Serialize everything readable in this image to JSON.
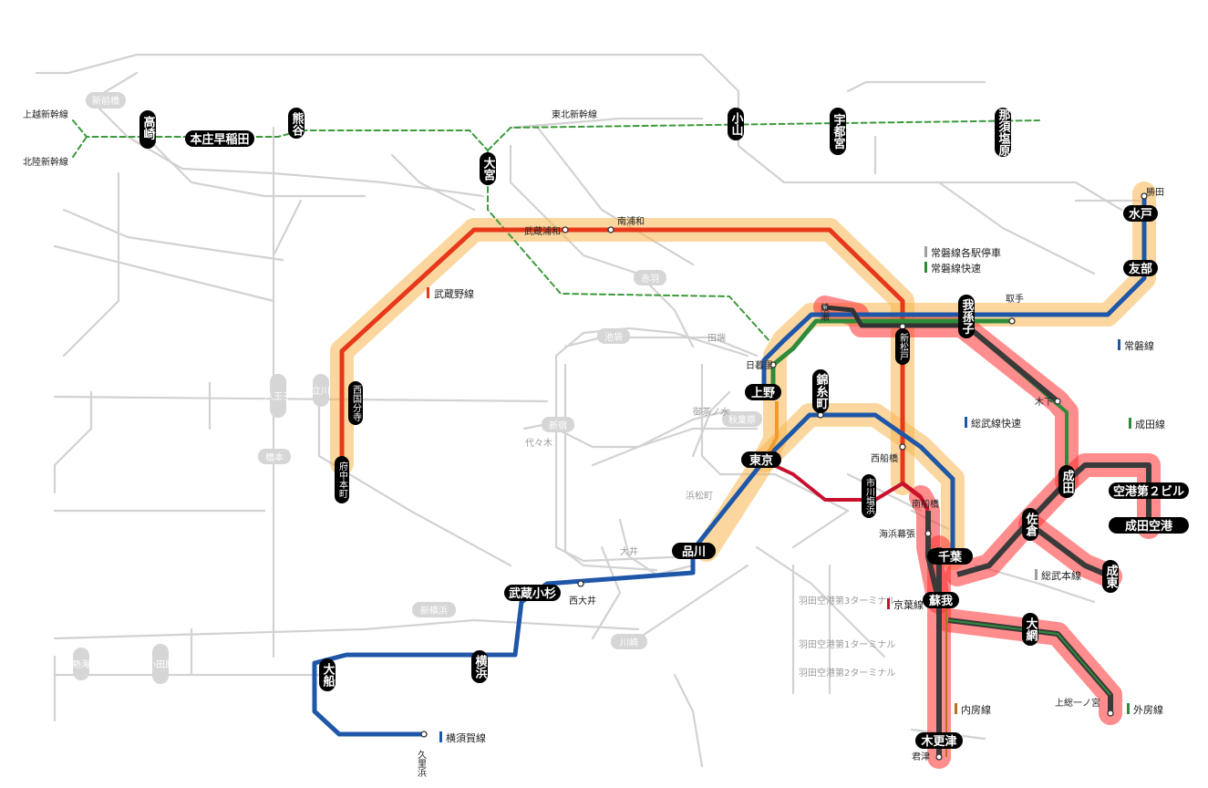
{
  "colors": {
    "musashino": "#e8381a",
    "joban_local": "#9e9e9e",
    "joban_rapid": "#2e8b3a",
    "joban": "#1f57a8",
    "sobu_rapid": "#1f57a8",
    "narita": "#2e8b3a",
    "sobu_main": "#9e9e9e",
    "keiyo": "#c8102e",
    "uchibo": "#b5711c",
    "sotobo": "#2e8b3a",
    "yokosuka": "#1f57a8",
    "glow_orange": "#f7b650",
    "glow_red": "#ff3b3b",
    "shinkansen": "#3d9a3d",
    "background_rail": "#cfcfcf"
  },
  "legend": {
    "joban_local": "常磐線各駅停車",
    "joban_rapid": "常磐線快速",
    "joban": "常磐線",
    "narita": "成田線",
    "sobu_rapid": "総武線快速",
    "sobu_main": "総武本線",
    "keiyo": "京葉線",
    "uchibo": "内房線",
    "sotobo": "外房線",
    "yokosuka": "横須賀線",
    "musashino": "武蔵野線"
  },
  "shinkansen_labels": {
    "joetsu": "上越新幹線",
    "hokuriku": "北陸新幹線",
    "tohoku": "東北新幹線"
  },
  "stations_main": {
    "takasaki": "高崎",
    "honjo_waseda": "本庄早稲田",
    "kumagaya": "熊谷",
    "oyama": "小山",
    "utsunomiya": "宇都宮",
    "nasushiobara": "那須塩原",
    "omiya": "大宮",
    "mito": "水戸",
    "tomobe": "友部",
    "abiko": "我孫子",
    "ueno": "上野",
    "kinshicho": "錦糸町",
    "tokyo": "東京",
    "narita": "成田",
    "airport_t2": "空港第２ビル",
    "narita_airport": "成田空港",
    "sakura": "佐倉",
    "chiba": "千葉",
    "naruto": "成東",
    "soga": "蘇我",
    "oami": "大網",
    "shinagawa": "品川",
    "musashikosugi": "武蔵小杉",
    "yokohama": "横浜",
    "ofuna": "大船",
    "kisarazu": "木更津",
    "nishikokubunji": "西国分寺",
    "fuchuhommachi": "府中本町",
    "shinmatsudo": "新松戸",
    "ichikawashiohama": "市川塩浜"
  },
  "stations_minor": {
    "katsuta": "勝田",
    "toride": "取手",
    "ayase": "綾瀬",
    "nippori": "日暮里",
    "kinoshita": "木下",
    "musashiurawa": "武蔵浦和",
    "minamiurawa": "南浦和",
    "nishifunabashi": "西船橋",
    "minamifunabashi": "南船橋",
    "kaihinmakuhari": "海浜幕張",
    "nishioi": "西大井",
    "kurihama": "久里浜",
    "kazusaichinomiya": "上総一ノ宮",
    "kimitsu": "君津"
  },
  "background_labels": {
    "shinmaebashi": "新前橋",
    "akabane": "赤羽",
    "ikebukuro": "池袋",
    "shinjuku": "新宿",
    "akihabara": "秋葉原",
    "hachioji": "八王子",
    "tachikawa": "立川",
    "hashimoto": "橋本",
    "shinyokohama": "新横浜",
    "kawasaki": "川崎",
    "odawara": "小田原",
    "atami": "熱海",
    "yoyogi": "代々木",
    "tabata": "田端",
    "hamamatsucho": "浜松町",
    "ochanomizu": "御茶ノ水",
    "oi": "大井",
    "haneda3": "羽田空港第3ターミナル",
    "haneda1": "羽田空港第1ターミナル",
    "haneda2": "羽田空港第2ターミナル"
  }
}
